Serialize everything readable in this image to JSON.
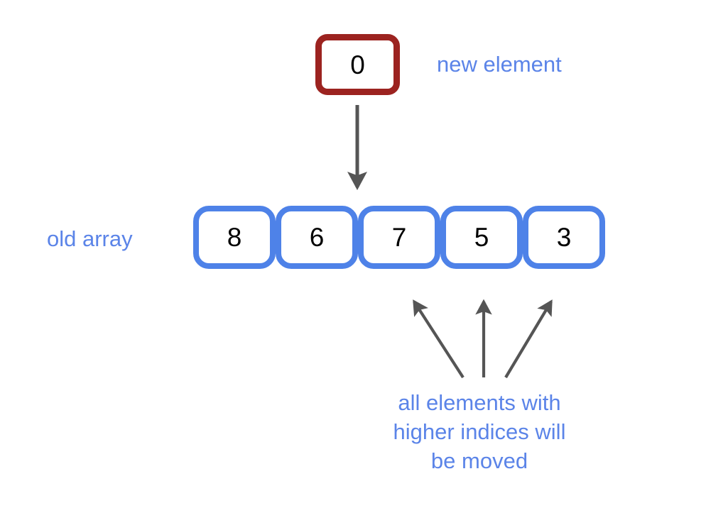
{
  "diagram": {
    "title": "Array insertion — new element and shifted elements",
    "background_color": "#ffffff",
    "accent_blue": "#4e82e8",
    "label_blue": "#5b84e8",
    "accent_red": "#9c2320",
    "arrow_gray": "#555555",
    "value_color": "#000000"
  },
  "new_element": {
    "value": "0",
    "label": "new element",
    "box_border_color": "#9c2320"
  },
  "old_array": {
    "label": "old array",
    "cells": [
      {
        "value": "8",
        "index": "0"
      },
      {
        "value": "6",
        "index": "1"
      },
      {
        "value": "7",
        "index": "2"
      },
      {
        "value": "5",
        "index": "3"
      },
      {
        "value": "3",
        "index": "4"
      }
    ],
    "border_color": "#4e82e8"
  },
  "insertion_arrow": {
    "name": "insert-down-arrow",
    "direction": "down",
    "color": "#555555"
  },
  "moved_note": {
    "lines": [
      "all elements with",
      "higher indices will",
      "be moved"
    ],
    "color": "#5b84e8",
    "arrow_count": "3",
    "arrow_color": "#555555",
    "points_to_indices": "2, 3, 4"
  }
}
